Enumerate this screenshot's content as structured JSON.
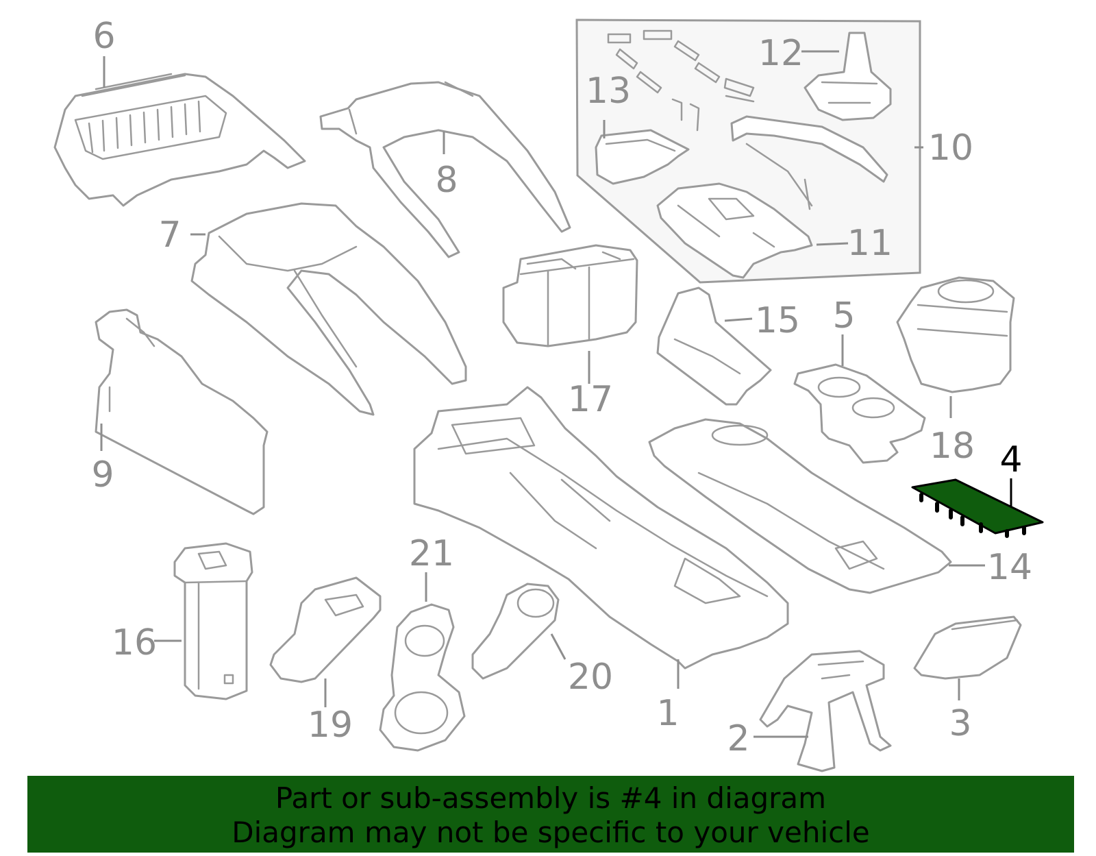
{
  "highlight_part": "4",
  "colors": {
    "highlight_fill": "#0f5c0d",
    "part_stroke": "#9a9a9a",
    "label_gray": "#8e8e8e",
    "group_box_fill": "#f7f7f7"
  },
  "callouts": [
    {
      "id": "1",
      "text": "1"
    },
    {
      "id": "2",
      "text": "2"
    },
    {
      "id": "3",
      "text": "3"
    },
    {
      "id": "4",
      "text": "4"
    },
    {
      "id": "5",
      "text": "5"
    },
    {
      "id": "6",
      "text": "6"
    },
    {
      "id": "7",
      "text": "7"
    },
    {
      "id": "8",
      "text": "8"
    },
    {
      "id": "9",
      "text": "9"
    },
    {
      "id": "10",
      "text": "10"
    },
    {
      "id": "11",
      "text": "11"
    },
    {
      "id": "12",
      "text": "12"
    },
    {
      "id": "13",
      "text": "13"
    },
    {
      "id": "14",
      "text": "14"
    },
    {
      "id": "15",
      "text": "15"
    },
    {
      "id": "16",
      "text": "16"
    },
    {
      "id": "17",
      "text": "17"
    },
    {
      "id": "18",
      "text": "18"
    },
    {
      "id": "19",
      "text": "19"
    },
    {
      "id": "20",
      "text": "20"
    },
    {
      "id": "21",
      "text": "21"
    }
  ],
  "banner": {
    "line1": "Part or sub-assembly is #4 in diagram",
    "line2": "Diagram may not be specific to your vehicle"
  }
}
